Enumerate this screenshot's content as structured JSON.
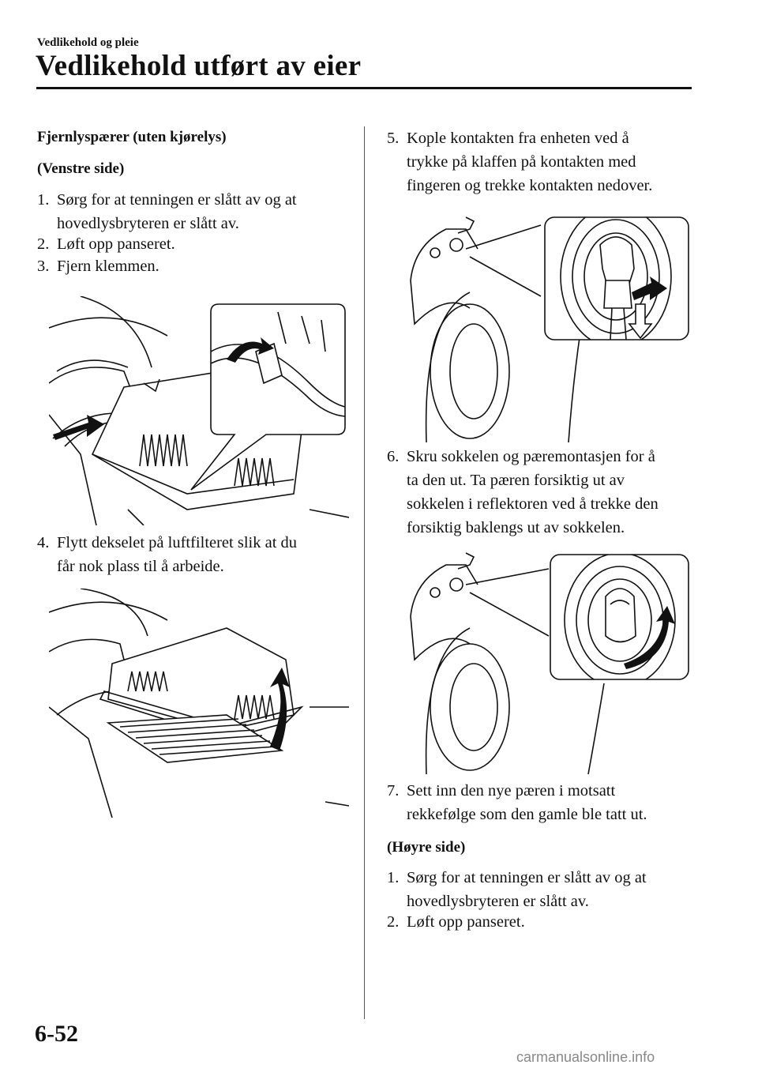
{
  "header": {
    "section": "Vedlikehold og pleie",
    "title": "Vedlikehold utført av eier"
  },
  "left": {
    "heading": "Fjernlyspærer (uten kjørelys)",
    "subheading": "(Venstre side)",
    "steps": [
      {
        "num": "1.",
        "line1": "Sørg for at tenningen er slått av og at",
        "line2": "hovedlysbryteren er slått av."
      },
      {
        "num": "2.",
        "line1": "Løft opp panseret."
      },
      {
        "num": "3.",
        "line1": "Fjern klemmen."
      },
      {
        "num": "4.",
        "line1": "Flytt dekselet på luftfilteret slik at du",
        "line2": "får nok plass til å arbeide."
      }
    ]
  },
  "right": {
    "steps": [
      {
        "num": "5.",
        "line1": "Kople kontakten fra enheten ved å",
        "line2": "trykke på klaffen på kontakten med",
        "line3": "fingeren og trekke kontakten nedover."
      },
      {
        "num": "6.",
        "line1": "Skru sokkelen og pæremontasjen for å",
        "line2": "ta den ut. Ta pæren forsiktig ut av",
        "line3": "sokkelen i reflektoren ved å trekke den",
        "line4": "forsiktig baklengs ut av sokkelen."
      },
      {
        "num": "7.",
        "line1": "Sett inn den nye pæren i motsatt",
        "line2": "rekkefølge som den gamle ble tatt ut."
      }
    ],
    "subheading": "(Høyre side)",
    "steps2": [
      {
        "num": "1.",
        "line1": "Sørg for at tenningen er slått av og at",
        "line2": "hovedlysbryteren er slått av."
      },
      {
        "num": "2.",
        "line1": "Løft opp panseret."
      }
    ]
  },
  "footer": {
    "page_number": "6-52",
    "watermark": "carmanualsonline.info"
  }
}
